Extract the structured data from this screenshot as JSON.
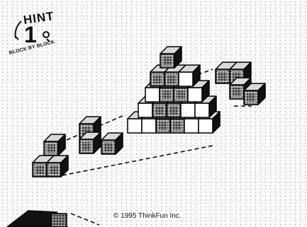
{
  "hint": {
    "word": "HINT",
    "number": "1",
    "caption": "BLOCK BY BLOCK"
  },
  "copyright": "© 1995 ThinkFun Inc.",
  "colors": {
    "outline": "#000000",
    "top_face": "#d9d9d9",
    "left_face": "#ffffff",
    "shadow_face": "#111111",
    "pattern_face": "#6d6d6d"
  }
}
